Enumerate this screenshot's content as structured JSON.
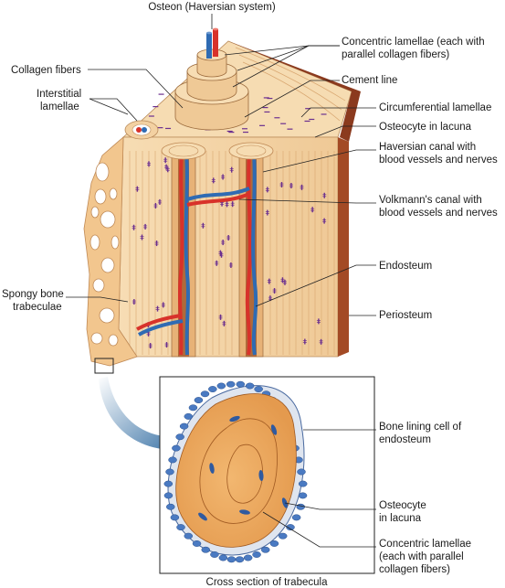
{
  "labels": {
    "osteon": "Osteon (Haversian system)",
    "collagen_fibers": "Collagen fibers",
    "interstitial_1": "Interstitial",
    "interstitial_2": "lamellae",
    "concentric_1": "Concentric lamellae (each with",
    "concentric_2": "parallel collagen fibers)",
    "cement_line": "Cement line",
    "circumferential": "Circumferential lamellae",
    "osteocyte": "Osteocyte in lacuna",
    "haversian_1": "Haversian canal with",
    "haversian_2": "blood vessels and nerves",
    "volkmann_1": "Volkmann's canal with",
    "volkmann_2": "blood vessels and nerves",
    "endosteum": "Endosteum",
    "spongy_1": "Spongy bone",
    "spongy_2": "trabeculae",
    "periosteum": "Periosteum",
    "lining_1": "Bone lining cell of",
    "lining_2": "endosteum",
    "inset_osteocyte_1": "Osteocyte",
    "inset_osteocyte_2": "in lacuna",
    "inset_concentric_1": "Concentric lamellae",
    "inset_concentric_2": "(each with parallel",
    "inset_concentric_3": "collagen fibers)",
    "inset_caption": "Cross section of trabecula"
  },
  "colors": {
    "bone": "#f3d3a3",
    "bone_dark": "#e2b27c",
    "periosteum": "#8b3a1e",
    "artery": "#d8322a",
    "vein": "#2f6bb3",
    "osteocyte": "#6b2f8f",
    "arrow": "#2a6fa8"
  }
}
